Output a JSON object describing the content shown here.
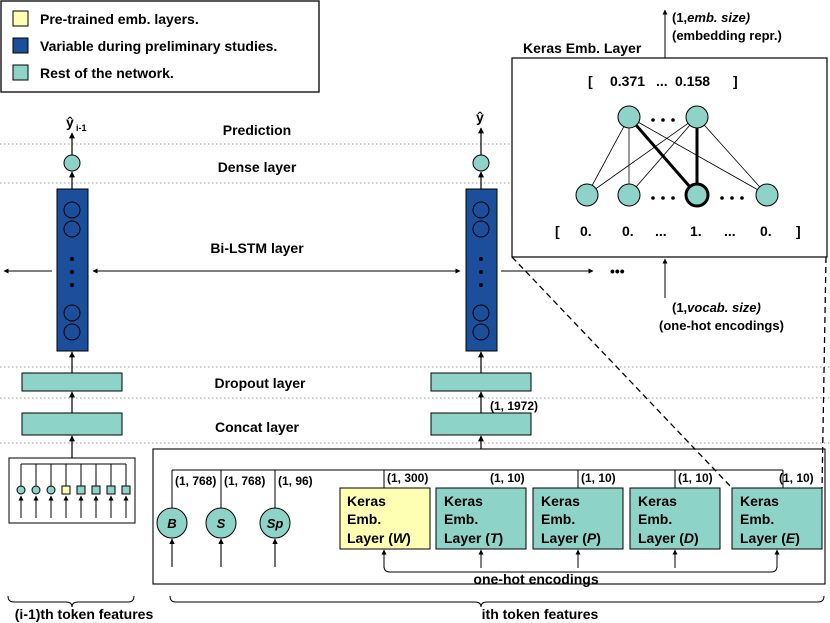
{
  "legend": {
    "items": [
      {
        "label": "Pre-trained emb. layers.",
        "color": "#FFFFB3"
      },
      {
        "label": "Variable during preliminary studies.",
        "color": "#1B4F9C"
      },
      {
        "label": "Rest of the network.",
        "color": "#8ED3C7"
      }
    ]
  },
  "layers": {
    "prediction": "Prediction",
    "dense": "Dense layer",
    "bilstm": "Bi-LSTM layer",
    "dropout": "Dropout layer",
    "concat": "Concat layer"
  },
  "outputs": {
    "prev_hat": "ŷ",
    "prev_sub": "i-1",
    "curr_hat": "ŷ"
  },
  "dims": {
    "concat_out": "(1, 1972)",
    "b": "(1, 768)",
    "s": "(1, 768)",
    "sp": "(1, 96)",
    "w": "(1, 300)",
    "t": "(1, 10)",
    "p": "(1, 10)",
    "d": "(1, 10)",
    "e": "(1, 10)"
  },
  "inputs": {
    "b": "B",
    "s": "S",
    "sp": "Sp"
  },
  "emb_boxes": {
    "line1": "Keras",
    "line2": "Emb.",
    "line3_prefix": "Layer (",
    "line3_suffix": ")",
    "w": "W",
    "t": "T",
    "p": "P",
    "d": "D",
    "e": "E"
  },
  "ellipsis": "•••",
  "one_hot_label": "one-hot encodings",
  "token_labels": {
    "prev": "(i-1)th token features",
    "curr": "ith token features"
  },
  "inset": {
    "title": "Keras Emb. Layer",
    "vector_open": "[",
    "vector_first": "0.371",
    "vector_dots": "...",
    "vector_last": "0.158",
    "vector_close": "]",
    "onehot_open": "[",
    "onehot_v1": "0.",
    "onehot_v2": "0.",
    "onehot_dots1": "...",
    "onehot_v3": "1.",
    "onehot_dots2": "...",
    "onehot_v4": "0.",
    "onehot_close": "]",
    "top_dim_prefix": "(1,",
    "top_dim_italic": "emb. size)",
    "top_caption": "(embedding repr.)",
    "bottom_dim_prefix": "(1,",
    "bottom_dim_italic": "vocab. size)",
    "bottom_caption": "(one-hot encodings)"
  },
  "colors": {
    "teal": "#8ED3C7",
    "blue": "#1B4F9C",
    "yellow": "#FFFFB3",
    "stroke": "#000000"
  }
}
